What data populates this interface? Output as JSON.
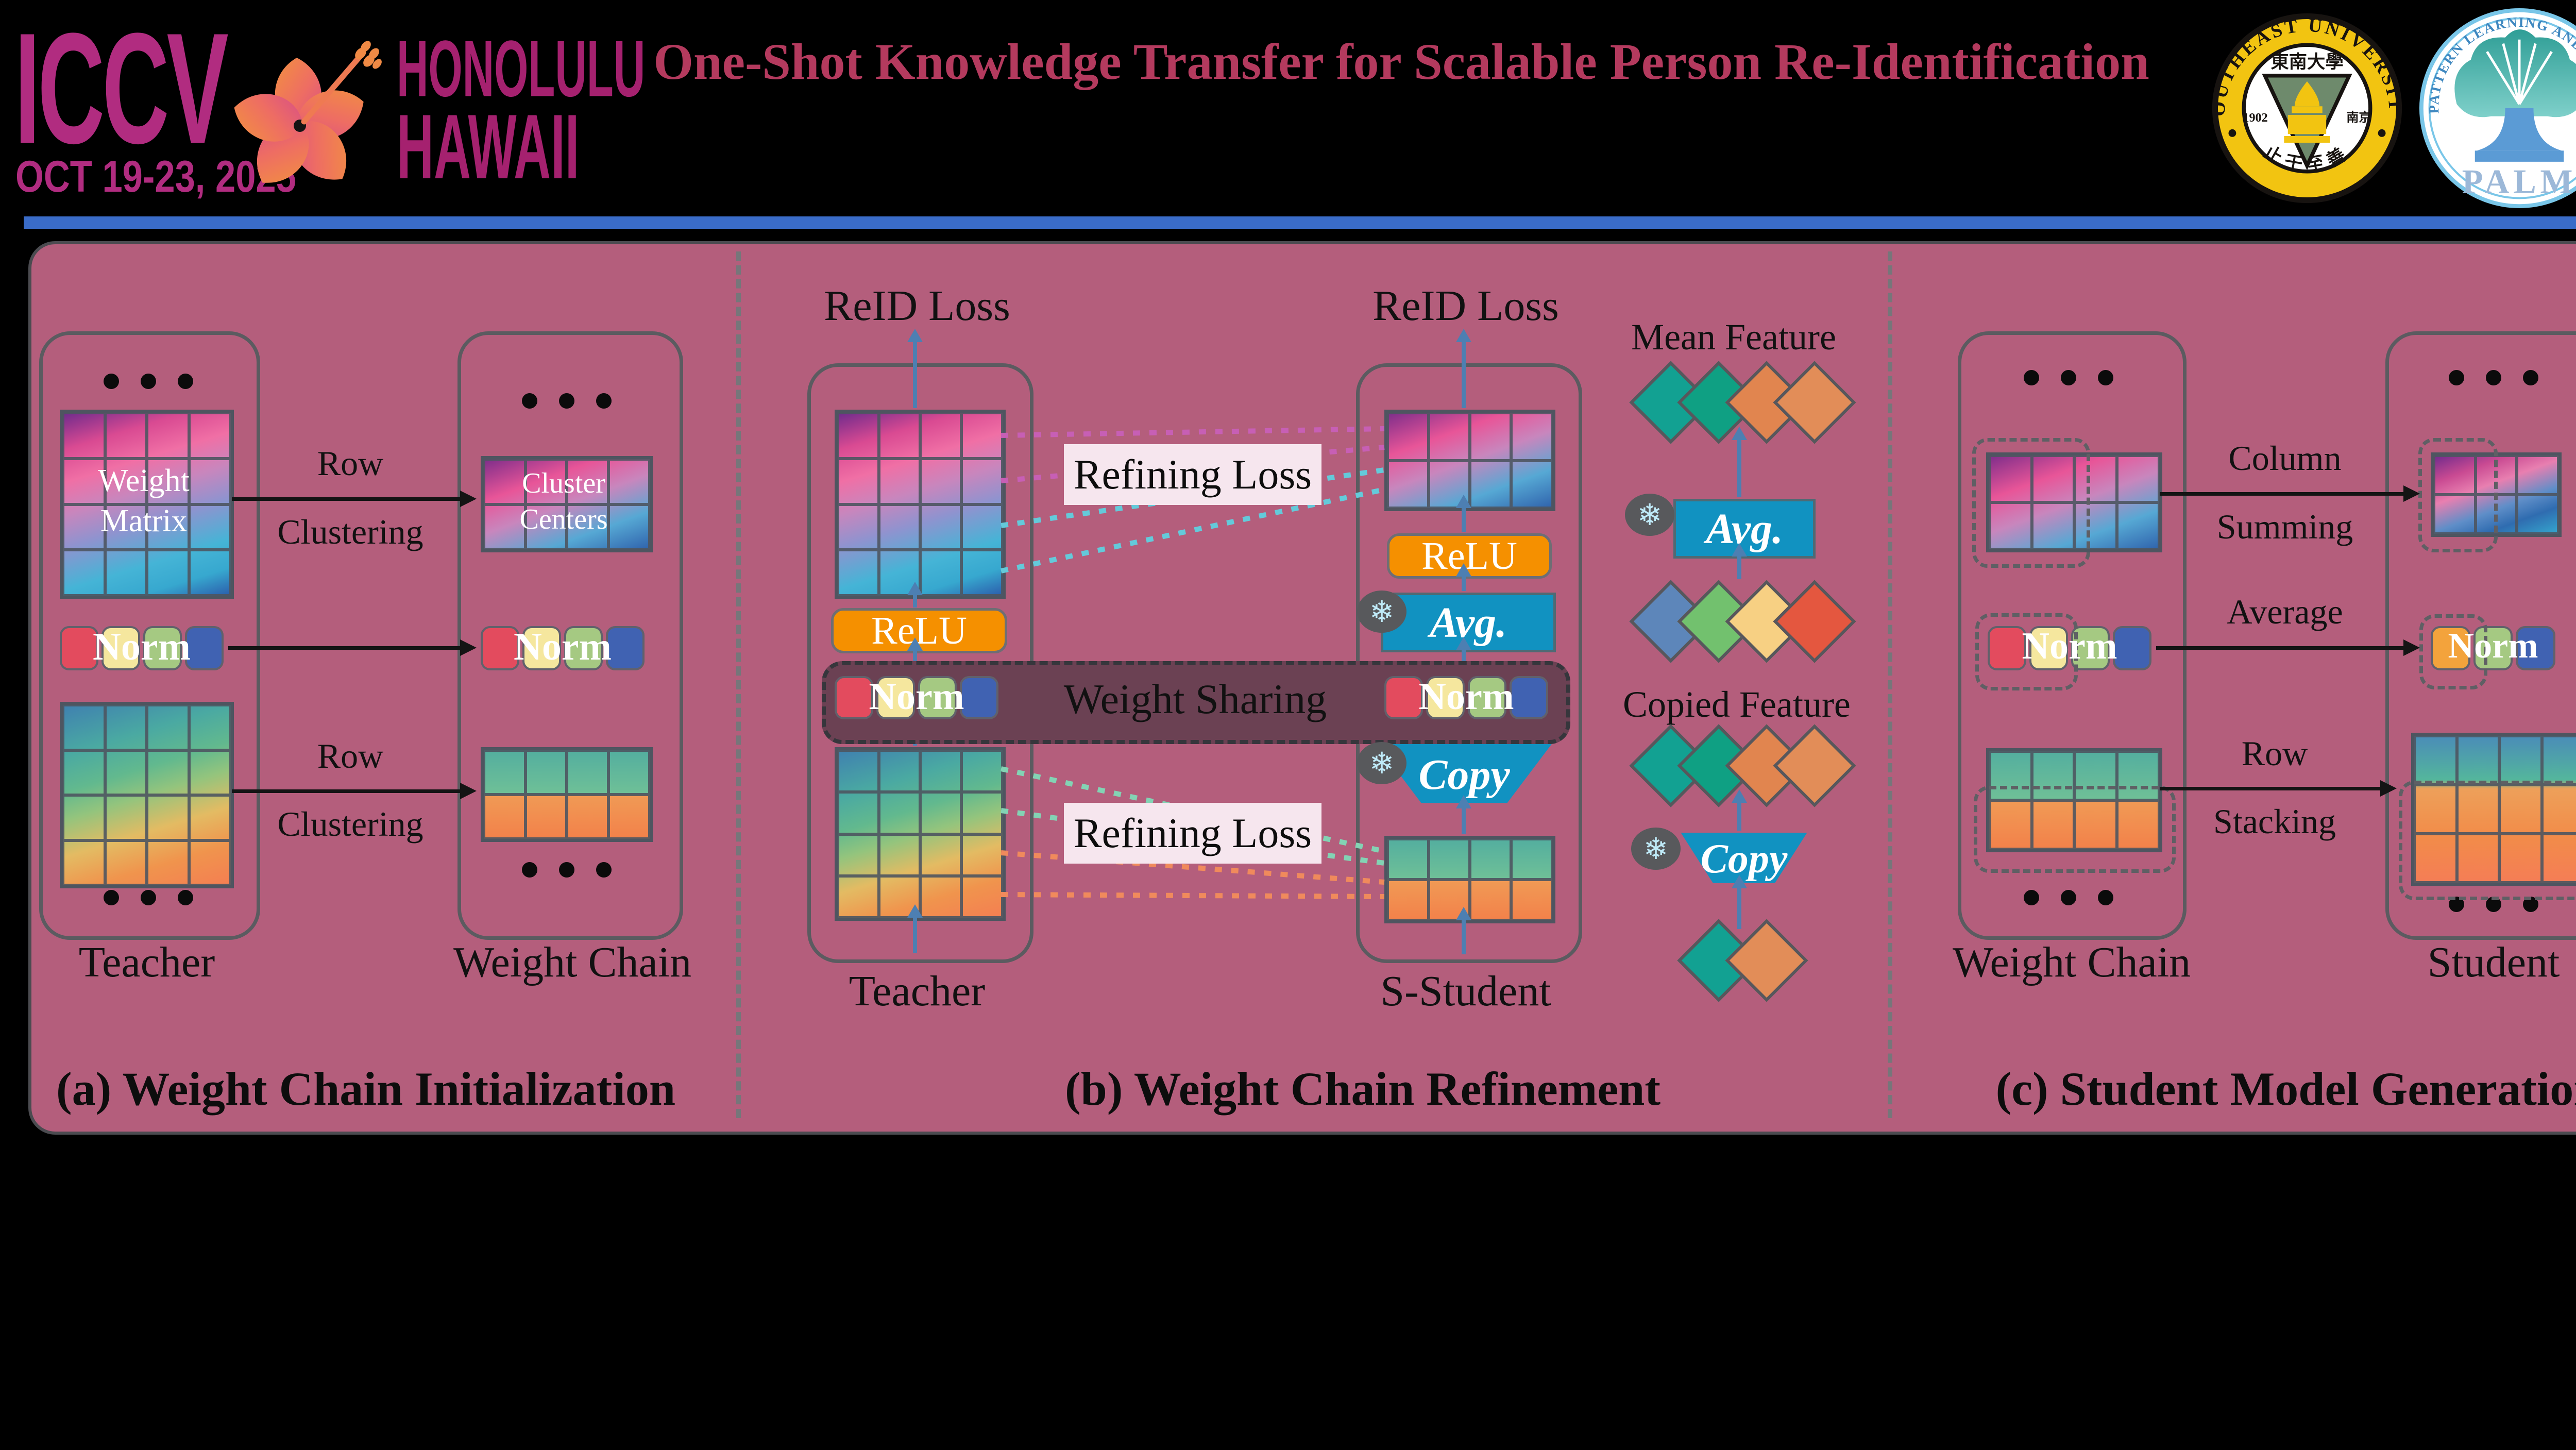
{
  "header": {
    "conference": {
      "name": "ICCV",
      "dates": "OCT 19-23, 2025",
      "city": "HONOLULU",
      "state": "HAWAII"
    },
    "title": "One-Shot Knowledge Transfer for Scalable Person Re-Identification",
    "logos": {
      "seu": {
        "ring_text": "SOUTHEAST UNIVERSITY",
        "chinese_name": "東南大學",
        "year": "1902",
        "city_cn": "南京",
        "motto": "止于至善"
      },
      "palm": {
        "ring_text": "PATTERN LEARNING AND MINING",
        "name": "PALM"
      }
    }
  },
  "figure": {
    "panel_a": {
      "caption": "(a) Weight Chain Initialization",
      "teacher_label": "Teacher",
      "weight_chain_label": "Weight Chain",
      "weight_matrix_label": "Weight Matrix",
      "cluster_centers_label": "Cluster Centers",
      "norm_label": "Norm",
      "row_label": "Row",
      "clustering_label": "Clustering"
    },
    "panel_b": {
      "caption": "(b) Weight Chain Refinement",
      "reid_loss_label": "ReID Loss",
      "teacher_label": "Teacher",
      "s_student_label": "S-Student",
      "relu_label": "ReLU",
      "avg_label": "Avg.",
      "copy_label": "Copy",
      "norm_label": "Norm",
      "weight_sharing_label": "Weight Sharing",
      "refining_loss_label": "Refining Loss",
      "mean_feature_label": "Mean Feature",
      "copied_feature_label": "Copied Feature"
    },
    "panel_c": {
      "caption": "(c) Student Model Generation",
      "weight_chain_label": "Weight Chain",
      "student_label": "Student",
      "norm_label": "Norm",
      "column_label": "Column",
      "summing_label": "Summing",
      "average_label": "Average",
      "row_label": "Row",
      "stacking_label": "Stacking"
    },
    "colors": {
      "panel_background": "#b45e7c",
      "header_bar_blue": "#3a6cc8",
      "brand_magenta": "#b12c80",
      "title_crimson": "#b43a5e",
      "relu_orange": "#f59000",
      "op_blue": "#1192c1",
      "norm_red": "#e34b5e",
      "norm_yellow": "#f5e79e",
      "norm_green": "#a5c982",
      "norm_blue": "#4062b2",
      "norm_orange_avg": "#f3a33c"
    }
  },
  "icons": {
    "snowflake": "❄"
  }
}
